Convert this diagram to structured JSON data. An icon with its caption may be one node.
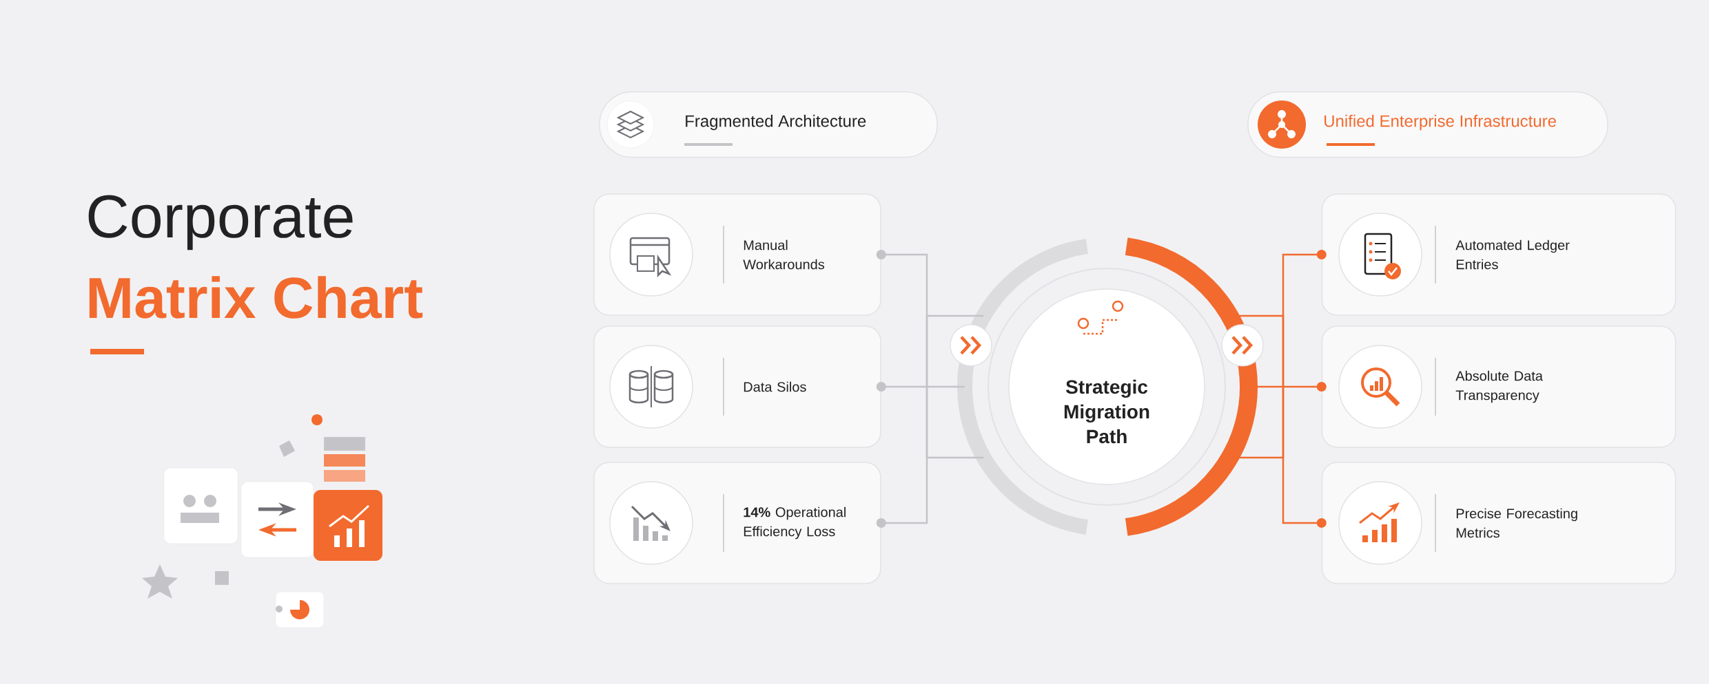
{
  "diagram": {
    "nodes": [
      {
        "text": [
          "Fragmented Architecture"
        ]
      },
      {
        "text": [
          "Unified Enterprise Infrastructure"
        ]
      },
      {
        "text": [
          "Manual Workarounds"
        ]
      },
      {
        "text": [
          "Data Silos"
        ]
      },
      {
        "text": [
          "**14%** Operational Efficiency Loss"
        ]
      },
      {
        "text": [
          "Strategic Migration Path"
        ]
      },
      {
        "text": [
          "Automated Ledger Entries"
        ]
      },
      {
        "text": [
          "Absolute Data Transparency"
        ]
      },
      {
        "text": [
          "Precise Forecasting Metrics"
        ]
      }
    ],
    "edges": [
      {
        "from": 5,
        "to": 2,
        "arrow": "other"
      },
      {
        "from": 5,
        "to": 3,
        "arrow": "other"
      },
      {
        "from": 5,
        "to": 4,
        "arrow": "other"
      },
      {
        "from": 5,
        "to": 6,
        "arrow": "other",
        "color": "#f26a2e"
      },
      {
        "from": 5,
        "to": 7,
        "arrow": "other",
        "color": "#f26a2e"
      },
      {
        "from": 5,
        "to": 8,
        "arrow": "other",
        "color": "#f26a2e"
      }
    ],
    "labels": [
      "Corporate",
      "Matrix Chart"
    ]
  }
}
